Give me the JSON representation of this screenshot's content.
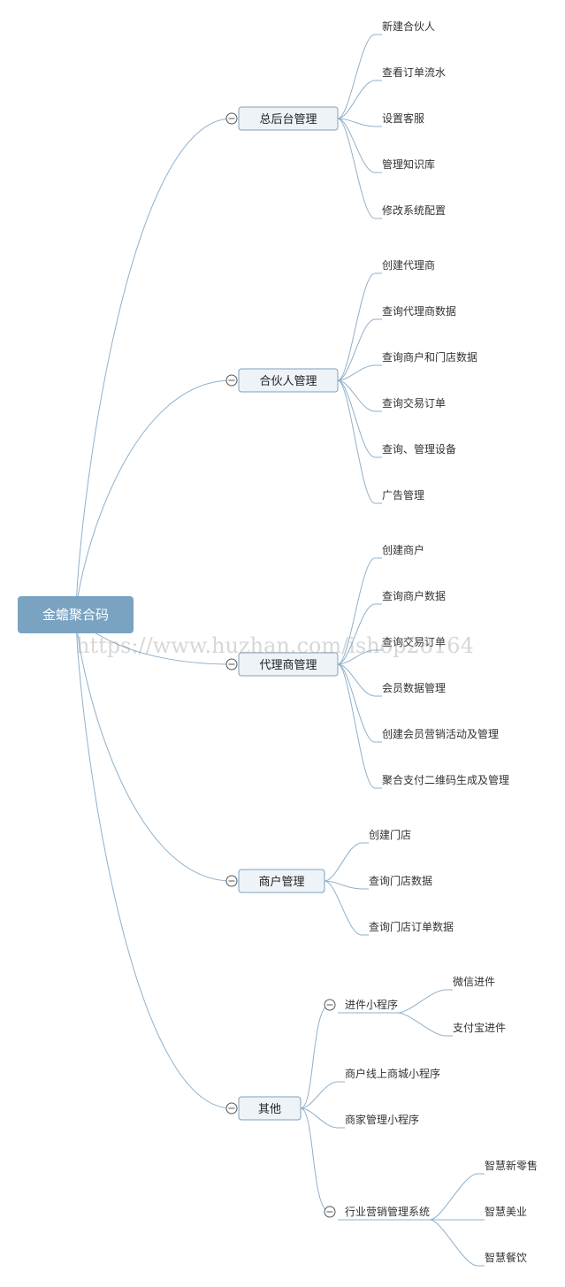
{
  "root": {
    "label": "金蟾聚合码"
  },
  "branches": [
    {
      "label": "总后台管理",
      "children": [
        "新建合伙人",
        "查看订单流水",
        "设置客服",
        "管理知识库",
        "修改系统配置"
      ]
    },
    {
      "label": "合伙人管理",
      "children": [
        "创建代理商",
        "查询代理商数据",
        "查询商户和门店数据",
        "查询交易订单",
        "查询、管理设备",
        "广告管理"
      ]
    },
    {
      "label": "代理商管理",
      "children": [
        "创建商户",
        "查询商户数据",
        "查询交易订单",
        "会员数据管理",
        "创建会员营销活动及管理",
        "聚合支付二维码生成及管理"
      ]
    },
    {
      "label": "商户管理",
      "children": [
        "创建门店",
        "查询门店数据",
        "查询门店订单数据"
      ]
    },
    {
      "label": "其他",
      "children": [
        {
          "label": "进件小程序",
          "children": [
            "微信进件",
            "支付宝进件"
          ]
        },
        {
          "label": "商户线上商城小程序"
        },
        {
          "label": "商家管理小程序"
        },
        {
          "label": "行业营销管理系统",
          "children": [
            "智慧新零售",
            "智慧美业",
            "智慧餐饮"
          ]
        }
      ]
    }
  ],
  "watermark": "https://www.huzhan.com/ishop28164"
}
